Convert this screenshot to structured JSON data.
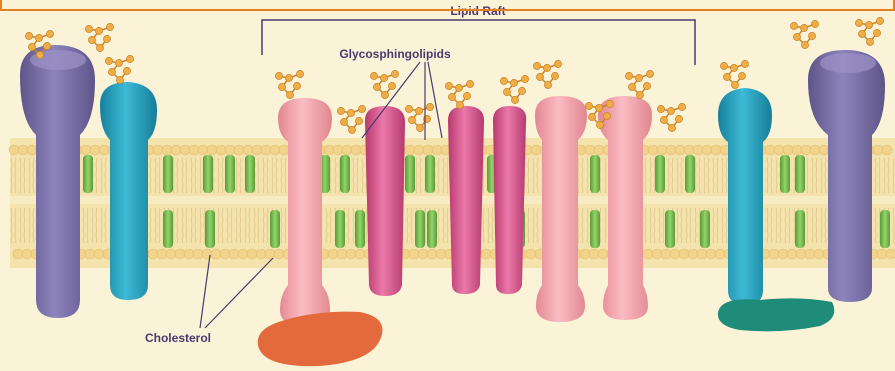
{
  "labels": {
    "raft": "Lipid Raft",
    "glyco": "Glycosphingolipids",
    "chol": "Cholesterol"
  },
  "colors": {
    "frame": "#e8801f",
    "background": "#fbf3d8",
    "membrane_band": "#f1d993",
    "lipid_head": "#f3c978",
    "cholesterol": "#7bbf54",
    "sugar": "#e6a53a",
    "protein_purple": "#7d72a8",
    "protein_teal": "#2ea3bf",
    "protein_pink_light": "#f2a3ad",
    "protein_pink_dark": "#d85a91",
    "protein_orange": "#e26a3c",
    "protein_green": "#1e8c78",
    "label_text": "#4a3a6e"
  }
}
